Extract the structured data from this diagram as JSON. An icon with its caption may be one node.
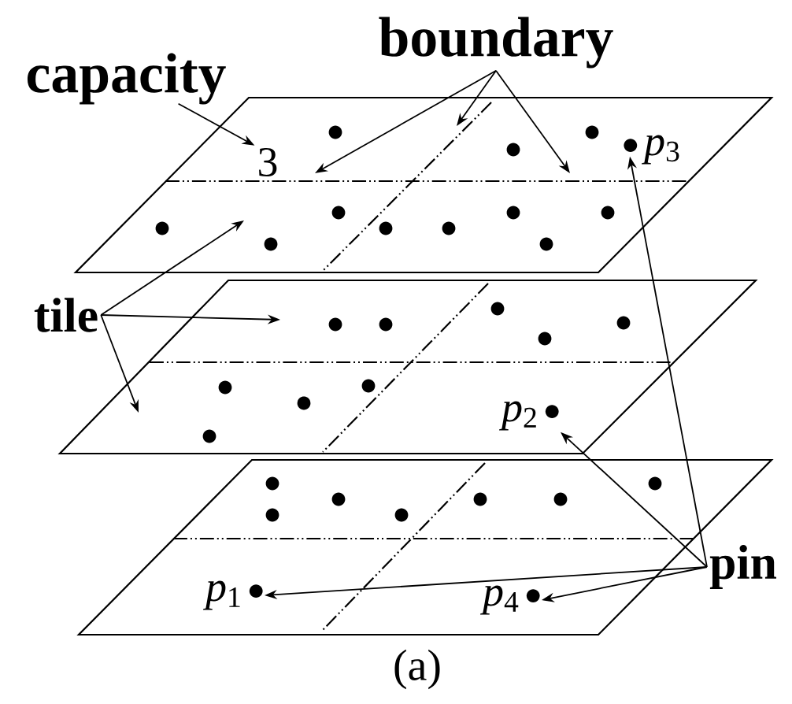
{
  "diagram": {
    "caption": "(a)",
    "nodes": [
      {
        "text": [
          "capacity"
        ]
      },
      {
        "text": [
          "boundary"
        ]
      },
      {
        "text": [
          "3"
        ]
      },
      {
        "text": [
          "tile"
        ]
      },
      {
        "text": [
          "pin"
        ]
      },
      {
        "text": [
          "*p*$_{3}$"
        ]
      },
      {
        "text": [
          "*p*$_{2}$"
        ]
      },
      {
        "text": [
          "*p*$_{1}$"
        ]
      },
      {
        "text": [
          "*p*$_{4}$"
        ]
      }
    ],
    "edges": [
      {
        "from": 0,
        "to": 2,
        "arrow": "to"
      },
      {
        "from": 1,
        "to": null,
        "arrow": "to"
      },
      {
        "from": 1,
        "to": null,
        "arrow": "to"
      },
      {
        "from": 1,
        "to": null,
        "arrow": "to"
      },
      {
        "from": 3,
        "to": null,
        "arrow": "to"
      },
      {
        "from": 3,
        "to": null,
        "arrow": "to"
      },
      {
        "from": 3,
        "to": null,
        "arrow": "to"
      },
      {
        "from": 4,
        "to": 7,
        "arrow": "to"
      },
      {
        "from": 4,
        "to": 8,
        "arrow": "to"
      },
      {
        "from": 4,
        "to": 6,
        "arrow": "to"
      },
      {
        "from": 4,
        "to": 5,
        "arrow": "to"
      }
    ]
  }
}
